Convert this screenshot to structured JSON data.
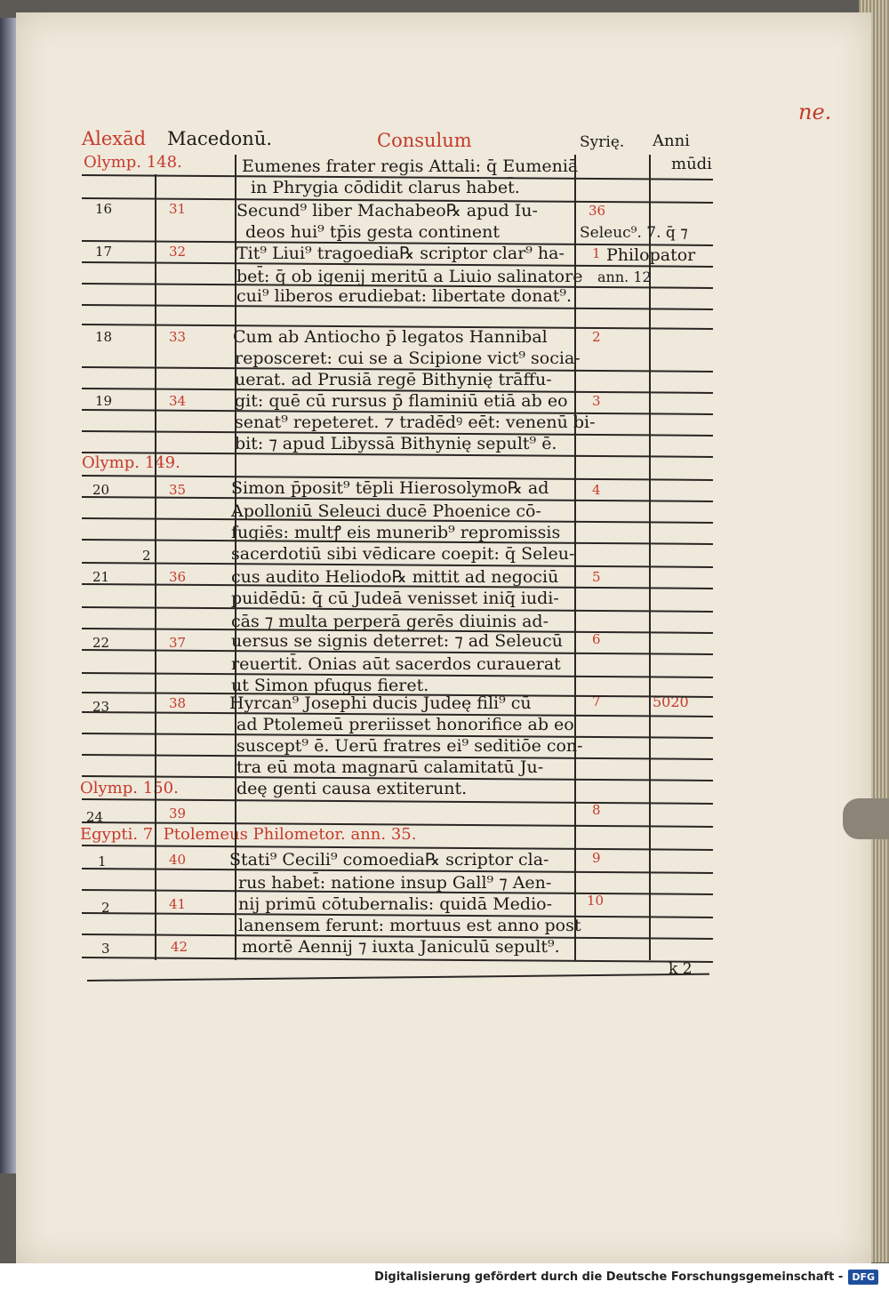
{
  "folio": "ne.",
  "header": {
    "col1_red": "Alexād",
    "col1_black": "Macedonū.",
    "col2": "Consulum",
    "col3": "Syrię.",
    "col4_line1": "Anni",
    "col4_line2": "mūdi"
  },
  "olympiads": [
    "Olymp. 148.",
    "Olymp. 149.",
    "Olymp. 150."
  ],
  "egypt_heading": "Egypti. 7. Ptolemeus Philometor. ann. 35.",
  "text_lines": [
    "Eumenes frater regis Attali: q̄ Eumeniā",
    "in Phrygia cōdidit clarus habet̄.",
    "Secund⁹ liber Machabeo℞ apud Iu-",
    "deos hui⁹ tp̄is gesta continent",
    "Tit⁹ Liui⁹ tragoedia℞ scriptor clar⁹ ha-",
    "bet̄: q̄ ob igenij meritū a Liuio salinatore",
    "cui⁹ liberos erudiebat: libertate donat⁹.",
    "Cum ab Antiocho p̄ legatos Hannibal",
    "reposceret: cui se a Scipione vict⁹ socia-",
    "uerat. ad Prusiā regē Bithynię trāffu-",
    "git: quē cū rursus p̄ flaminiū etiā ab eo",
    "senat⁹ repeteret. ⁊ tradēdꝰ eēt: venenū bi-",
    "bit: ⁊ apud Libyssā Bithynię sepult⁹ ē.",
    "Simon p̄posit⁹ tēpli Hierosolymo℞ ad",
    "Apolloniū Seleuci ducē Phoenice cō-",
    "fugiēs: multꝭ eis munerib⁹ repromissis",
    "sacerdotiū sibi vēdicare coepit: q̄ Seleu-",
    "cus audito Heliodo℞ mittit ad negociū",
    "puidēdū: q̄ cū Judeā venisset iniq̄ iudi-",
    "cās ⁊ multa perperā gerēs diuinis ad-",
    "uersus se signis deterret: ⁊ ad Seleucū",
    "reuertit̄. Onias aūt sacerdos curauerat",
    "ut Simon pfugus fieret.",
    "Hyrcan⁹ Josephi ducis Judeę fili⁹ cū",
    "ad Ptolemeū preriisset honorifice ab eo",
    "suscept⁹ ē. Uerū fratres ei⁹ seditiōe con-",
    "tra eū mota magnarū calamitatū Ju-",
    "deę genti causa extiterunt.",
    "Stati⁹ Cecili⁹ comoedia℞ scriptor cla-",
    "rus habet̄: natione insup Gall⁹ ⁊ Aen-",
    "nij primū cōtubernalis: quidā Medio-",
    "lanensem ferunt: mortuus est anno post",
    "mortē Aennij ⁊ iuxta Janiculū sepult⁹."
  ],
  "syria_notes": [
    "Seleuc⁹. 7. q̄ ⁊",
    "Philopator",
    "ann. 12"
  ],
  "year_5020": "5020",
  "col_macedon": [
    "16",
    "17",
    "18",
    "19",
    "20",
    "21",
    "22",
    "23",
    "24",
    "1",
    "2",
    "3"
  ],
  "col_consul": [
    "31",
    "32",
    "33",
    "34",
    "35",
    "36",
    "37",
    "38",
    "39",
    "40",
    "41",
    "42"
  ],
  "col_syria": [
    "36",
    "1",
    "2",
    "3",
    "4",
    "5",
    "6",
    "7",
    "8",
    "9",
    "10"
  ],
  "stray_2": "2",
  "signature": "k 2",
  "footer_text": "Digitalisierung gefördert durch die Deutsche Forschungsgemeinschaft -",
  "footer_badge": "DFG"
}
